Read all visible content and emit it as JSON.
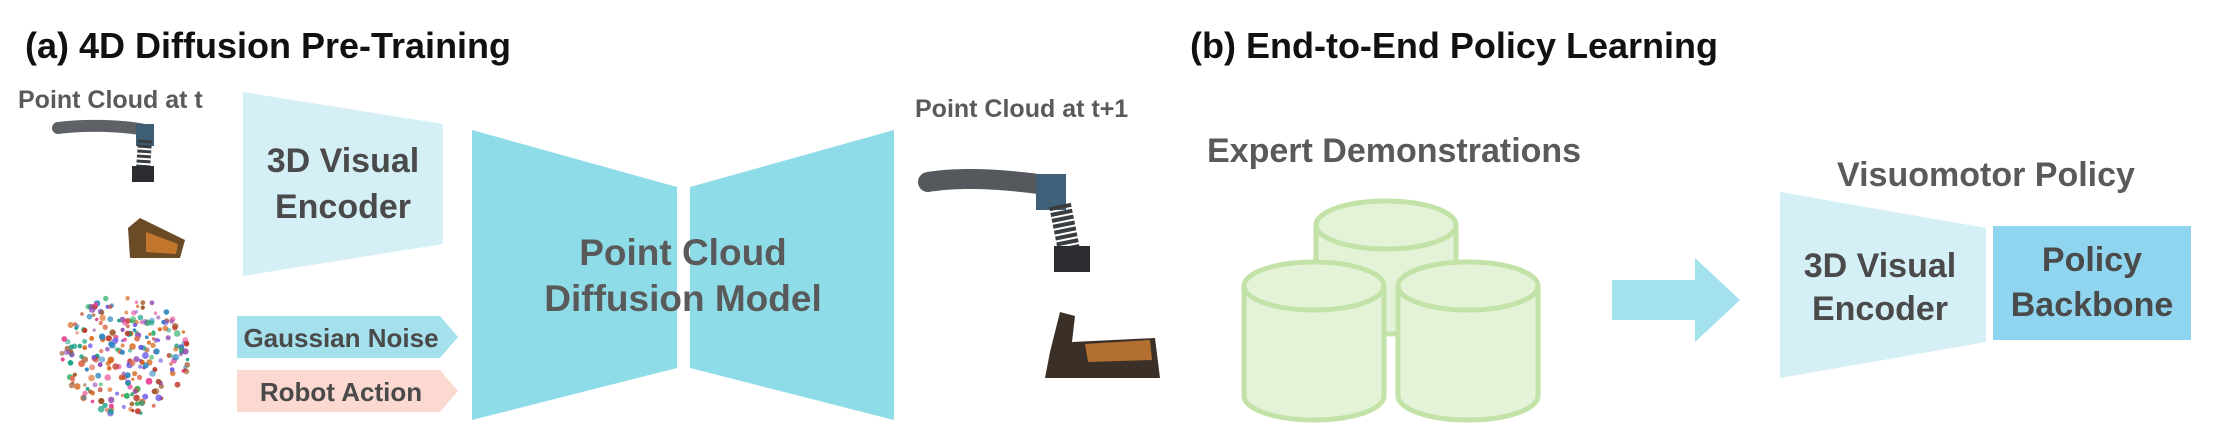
{
  "panel_a": {
    "title": "(a) 4D Diffusion Pre-Training",
    "input_label": "Point Cloud at t",
    "encoder_label_line1": "3D Visual",
    "encoder_label_line2": "Encoder",
    "noise_label": "Gaussian Noise",
    "action_label": "Robot Action",
    "model_label_line1": "Point Cloud",
    "model_label_line2": "Diffusion Model",
    "output_label": "Point Cloud at t+1"
  },
  "panel_b": {
    "title": "(b) End-to-End Policy Learning",
    "data_label": "Expert Demonstrations",
    "policy_label": "Visuomotor Policy",
    "encoder_label_line1": "3D Visual",
    "encoder_label_line2": "Encoder",
    "backbone_label_line1": "Policy",
    "backbone_label_line2": "Backbone"
  },
  "colors": {
    "encoder_fill": "#d4eff6",
    "model_fill": "#8edce8",
    "noise_fill": "#a5e1ec",
    "action_fill": "#fbd9d1",
    "database_fill": "#e4f3d8",
    "database_stroke": "#c3e2a8",
    "arrow_fill": "#a3e1ec",
    "backbone_fill": "#8fd5ef"
  }
}
